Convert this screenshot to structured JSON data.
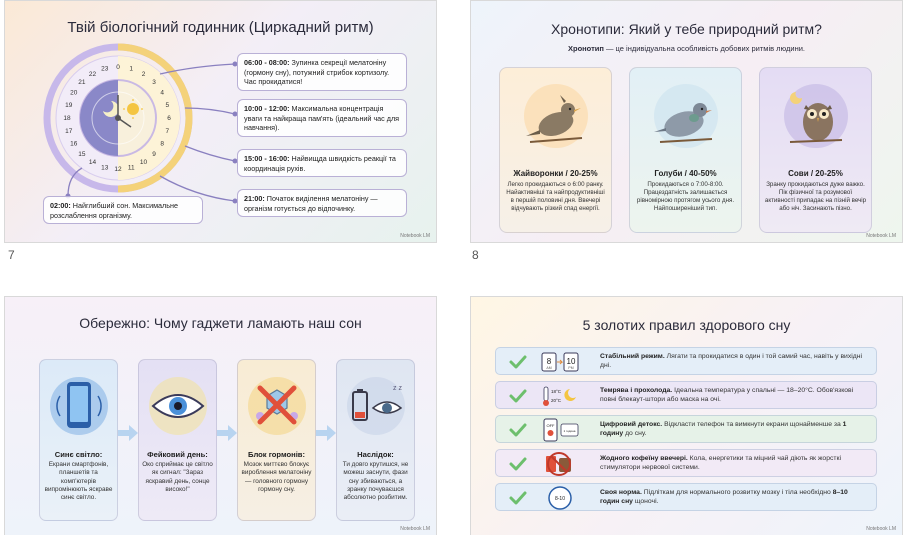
{
  "slides": [
    {
      "number": "7",
      "title": "Твій біологічний годинник (Циркадний ритм)",
      "clock_numbers": [
        "0",
        "1",
        "2",
        "3",
        "4",
        "5",
        "6",
        "7",
        "8",
        "9",
        "10",
        "11",
        "12",
        "13",
        "14",
        "15",
        "16",
        "17",
        "18",
        "19",
        "20",
        "21",
        "22",
        "23"
      ],
      "callouts": [
        {
          "time": "06:00 - 08:00:",
          "text": "Зупинка секреції мелатоніну (гормону сну), потужний стрибок кортизолу. Час прокидатися!"
        },
        {
          "time": "10:00 - 12:00:",
          "text": "Максимальна концентрація уваги та найкраща пам'ять (ідеальний час для навчання)."
        },
        {
          "time": "15:00 - 16:00:",
          "text": "Найвищда швидкість реакції та координація рухів."
        },
        {
          "time": "21:00:",
          "text": "Початок виділення мелатоніну — організм готується до відпочинку."
        },
        {
          "time": "02:00:",
          "text": "Найглибший сон. Максимальне розслаблення організму."
        }
      ],
      "credit": "Notebook LM"
    },
    {
      "number": "8",
      "title": "Хронотипи: Який у тебе природний ритм?",
      "subtitle_bold": "Хронотип",
      "subtitle_rest": " — це індивідуальна особливість добових ритмів людини.",
      "cards": [
        {
          "title": "Жайворонки / 20-25%",
          "text": "Легко прокидаються о 6:00 ранку. Найактивніші та найпродуктивніші в першій половині дня. Ввечері відчувають різкий спад енергії."
        },
        {
          "title": "Голуби / 40-50%",
          "text": "Прокидаються о 7:00-8:00. Працездатність залишається рівномірною протягом усього дня. Найпоширеніший тип."
        },
        {
          "title": "Сови / 20-25%",
          "text": "Зранку прокидаються дуже важко. Пік фізичної та розумової активності припадає на пізній вечір або ніч. Засинають пізно."
        }
      ],
      "credit": "Notebook LM"
    },
    {
      "number": "",
      "title": "Обережно: Чому гаджети ламають наш сон",
      "cards": [
        {
          "title": "Синє світло:",
          "text": "Екрани смартфонів, планшетів та комп'ютерів випромінюють яскраве синє світло."
        },
        {
          "title": "Фейковий день:",
          "text": "Око сприймає це світло як сигнал: \"Зараз яскравий день, сонце високо!\""
        },
        {
          "title": "Блок гормонів:",
          "text": "Мозок миттєво блокує вироблення мелатоніну — головного гормону гормону сну."
        },
        {
          "title": "Наслідок:",
          "text": "Ти довго крутишся, не можеш заснути, фази сну збиваються, а зранку почуваєшся абсолютно розбитим."
        }
      ],
      "credit": "Notebook LM"
    },
    {
      "number": "",
      "title": "5 золотих правил здорового сну",
      "rules": [
        {
          "bold": "Стабільний режим.",
          "text": " Лягати та прокидатися в один і той самий час, навіть у вихідні дні.",
          "icon_a": "8",
          "icon_b": "10",
          "icon_a_sub": "AM",
          "icon_b_sub": "PM"
        },
        {
          "bold": "Темрява і прохолода.",
          "text": " Ідеальна температура у спальні — 18–20°C. Обов'язкові повні блекаут-штори або маска на очі.",
          "icon_a": "18°C",
          "icon_b": "20°C"
        },
        {
          "bold": "Цифровий детокс.",
          "text": " Відкласти телефон та вимкнути екрани щонайменше за ",
          "bold2": "1 годину",
          "text2": " до сну.",
          "icon_a": "OFF",
          "icon_b": "1 година"
        },
        {
          "bold": "Жодного кофеїну ввечері.",
          "text": " Кола, енергетики та міцний чай діють як жорсткі стимулятори нервової системи."
        },
        {
          "bold": "Своя норма.",
          "text": " Підліткам для нормального розвитку мозку і тіла необхідно ",
          "bold2": "8–10 годин сну",
          "text2": " щоночі.",
          "icon_a": "8-10"
        }
      ],
      "credit": "Notebook LM"
    }
  ],
  "colors": {
    "check": "#6dbf6d",
    "purple": "#8a7cc4",
    "yellow": "#f2c94c",
    "blue": "#4a90d9"
  }
}
